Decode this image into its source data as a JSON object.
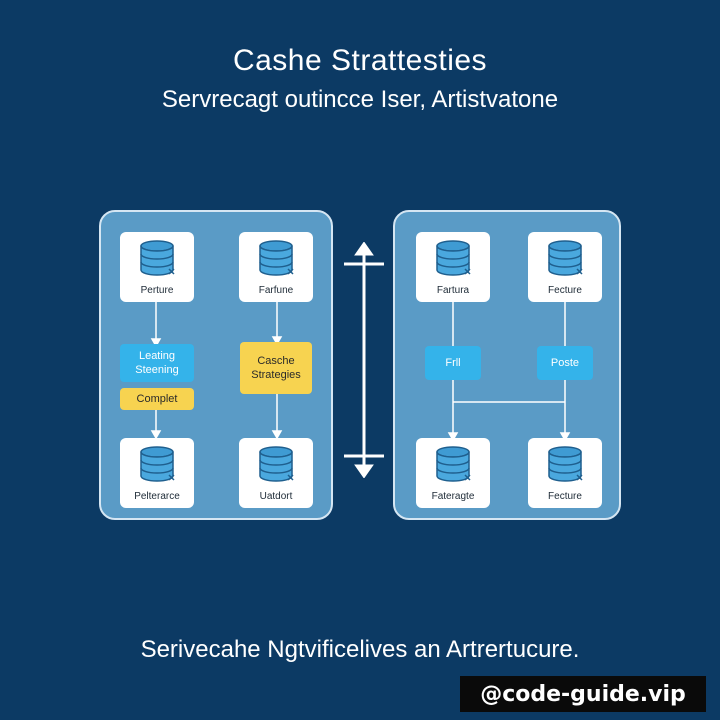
{
  "header": {
    "title": "Cashe Strattesties",
    "subtitle": "Servrecagt outincce Iser, Artistvatone"
  },
  "left_panel": {
    "nodes": [
      {
        "label": "Perture",
        "icon": "database-icon"
      },
      {
        "label": "Farfune",
        "icon": "database-icon"
      },
      {
        "label": "Pelterarce",
        "icon": "database-icon"
      },
      {
        "label": "Uatdort",
        "icon": "database-icon"
      }
    ],
    "steps": [
      {
        "label": "Leating Steening",
        "color": "#34b3ea"
      },
      {
        "label": "Complet",
        "color": "#f7d350"
      },
      {
        "label": "Casche Strategies",
        "color": "#f7d350"
      }
    ]
  },
  "right_panel": {
    "nodes": [
      {
        "label": "Fartura",
        "icon": "database-icon"
      },
      {
        "label": "Fecture",
        "icon": "database-icon"
      },
      {
        "label": "Fateragte",
        "icon": "database-icon"
      },
      {
        "label": "Fecture",
        "icon": "database-icon"
      }
    ],
    "steps": [
      {
        "label": "Frll",
        "color": "#34b3ea"
      },
      {
        "label": "Poste",
        "color": "#34b3ea"
      }
    ]
  },
  "footer": {
    "caption": "Serivecahe Ngtvificelives an Artrertucure."
  },
  "watermark": "@code-guide.vip",
  "colors": {
    "background": "#0c3a64",
    "panel": "#5a9bc6",
    "accent_blue": "#34b3ea",
    "accent_yellow": "#f7d350"
  }
}
